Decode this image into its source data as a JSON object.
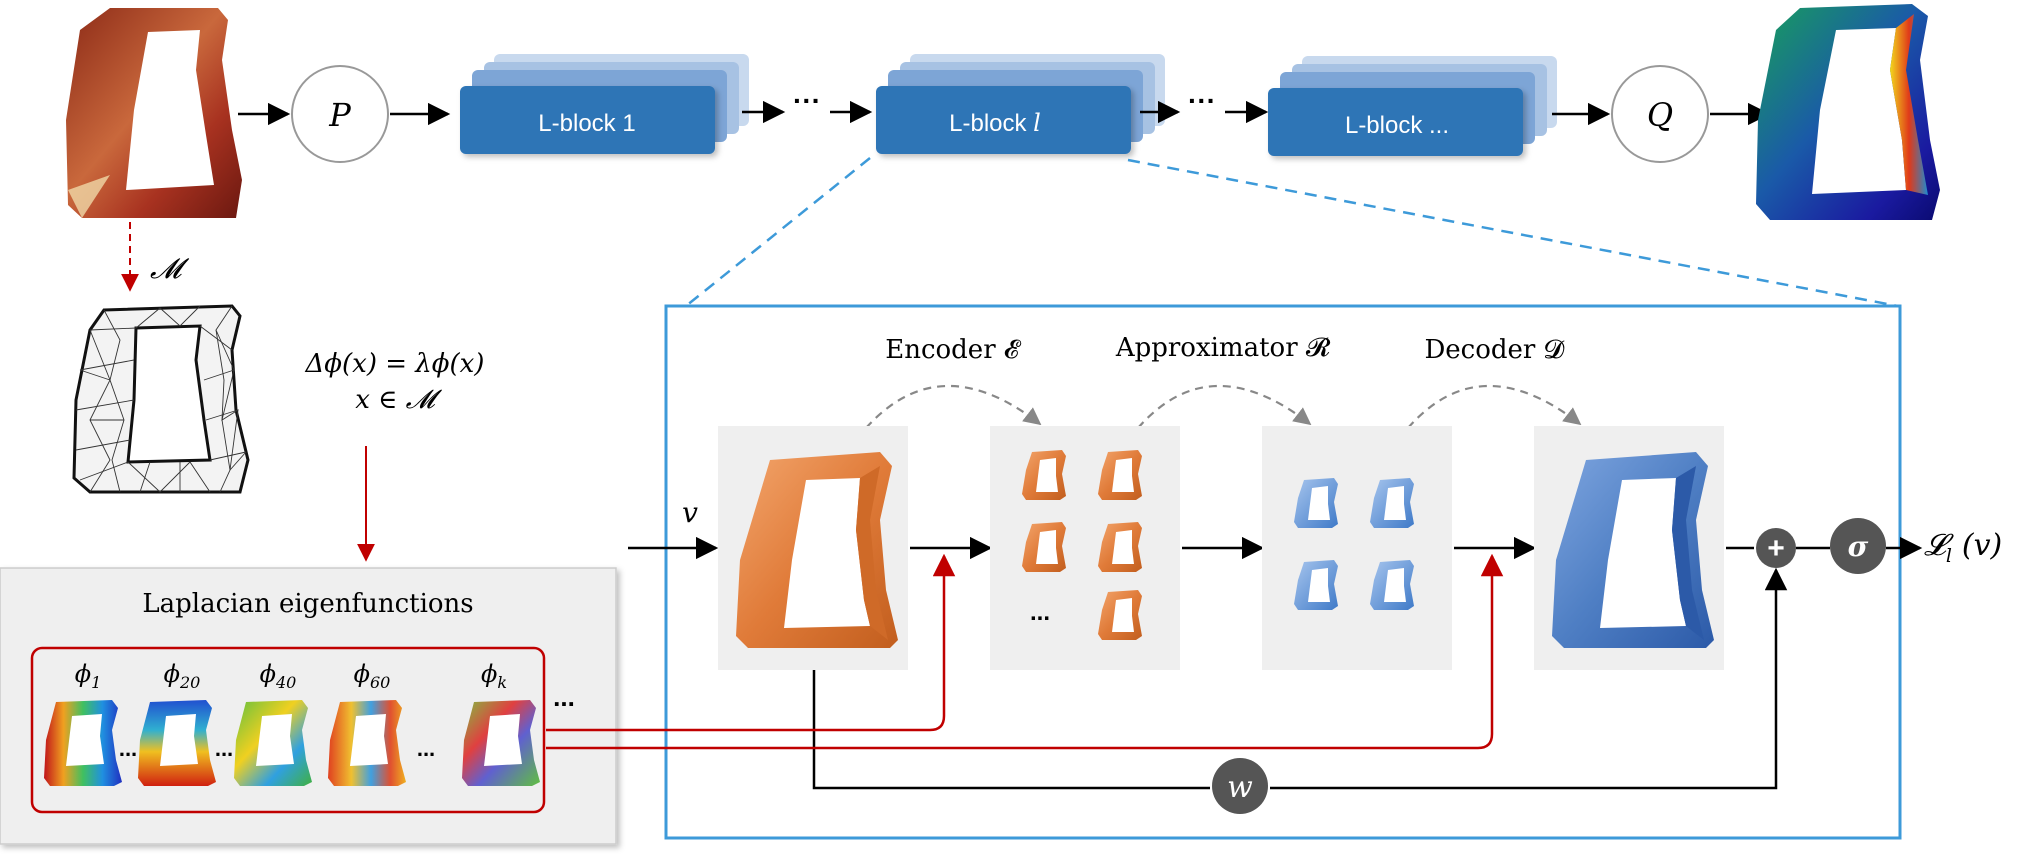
{
  "pipeline": {
    "lift_operator": "P",
    "project_operator": "Q",
    "blocks": [
      "L-block 1",
      "L-block ",
      "L-block ..."
    ],
    "block_index_symbol": "l",
    "ellipsis": "···"
  },
  "left": {
    "manifold_symbol": "𝓜",
    "equation_line1": "Δϕ(x) = λϕ(x)",
    "equation_line2": "x ∈ 𝓜",
    "eigen_panel_title": "Laplacian eigenfunctions",
    "eigen_labels": [
      "ϕ1",
      "ϕ20",
      "ϕ40",
      "ϕ60",
      "ϕk"
    ],
    "eigen_subscripts": [
      "1",
      "20",
      "40",
      "60",
      "k"
    ],
    "eigen_base": "ϕ",
    "inner_ellipsis": "...",
    "outer_ellipsis": "..."
  },
  "lblock": {
    "encoder_label": "Encoder 𝓔",
    "approximator_label": "Approximator 𝓡",
    "decoder_label": "Decoder 𝓓",
    "input_symbol": "v",
    "weight_symbol": "w",
    "plus_symbol": "+",
    "activation_symbol": "σ",
    "output_label": "𝓛",
    "output_sub": "l",
    "output_arg": "(v)",
    "encoder_ellipsis": "..."
  },
  "colors": {
    "block_blue": "#2e75b6",
    "red_path": "#c00000",
    "frame_blue": "#3d9ad9",
    "orange": "#e07b39",
    "shape_blue": "#4f7fc4"
  }
}
